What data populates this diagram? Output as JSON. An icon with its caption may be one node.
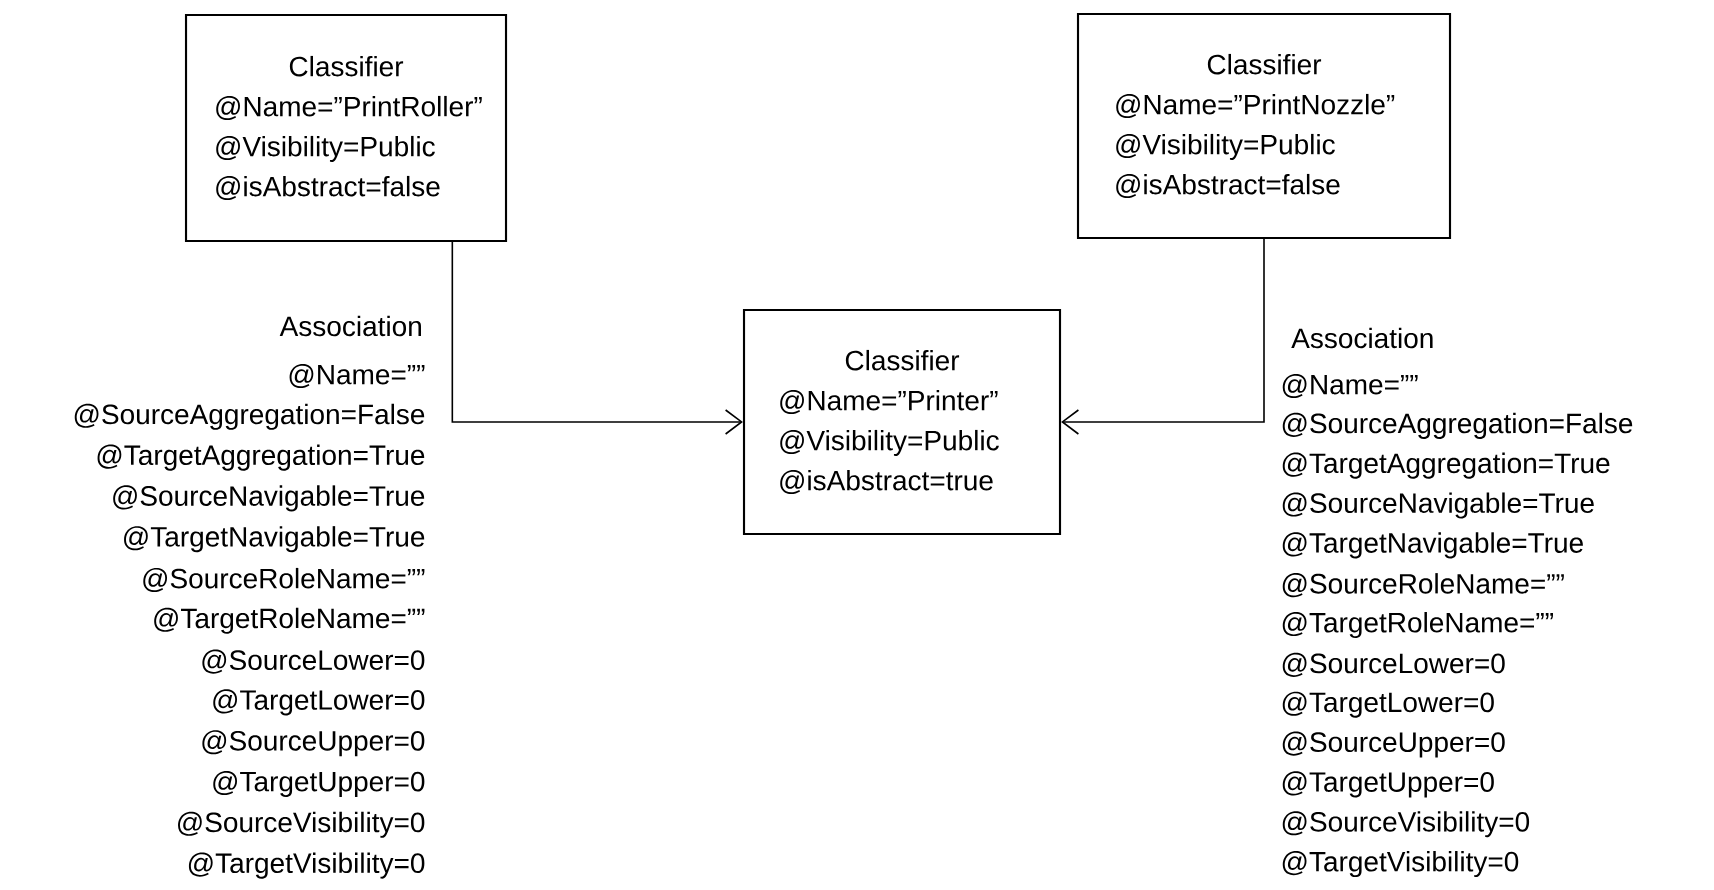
{
  "diagram": {
    "nodes": [
      {
        "text": [
          "Classifier",
          "@Name=”PrintRoller”",
          "@Visibility=Public",
          "@isAbstract=false"
        ]
      },
      {
        "text": [
          "Classifier",
          "@Name=”PrintNozzle”",
          "@Visibility=Public",
          "@isAbstract=false"
        ]
      },
      {
        "text": [
          "Classifier",
          "@Name=”Printer”",
          "@Visibility=Public",
          "@isAbstract=true"
        ]
      }
    ],
    "edges": [
      {
        "from": 0,
        "to": 2,
        "arrow": "to",
        "label": "Association"
      },
      {
        "from": 1,
        "to": 2,
        "arrow": "to",
        "label": "Association"
      }
    ],
    "labels": [
      "@Name=””",
      "@SourceAggregation=False",
      "@TargetAggregation=True",
      "@SourceNavigable=True",
      "@TargetNavigable=True",
      "@SourceRoleName=””",
      "@TargetRoleName=””",
      "@SourceLower=0",
      "@TargetLower=0",
      "@SourceUpper=0",
      "@TargetUpper=0",
      "@SourceVisibility=0",
      "@TargetVisibility=0",
      "@Name=””",
      "@SourceAggregation=False",
      "@TargetAggregation=True",
      "@SourceNavigable=True",
      "@TargetNavigable=True",
      "@SourceRoleName=””",
      "@TargetRoleName=””",
      "@SourceLower=0",
      "@TargetLower=0",
      "@SourceUpper=0",
      "@TargetUpper=0",
      "@SourceVisibility=0",
      "@TargetVisibility=0"
    ]
  }
}
